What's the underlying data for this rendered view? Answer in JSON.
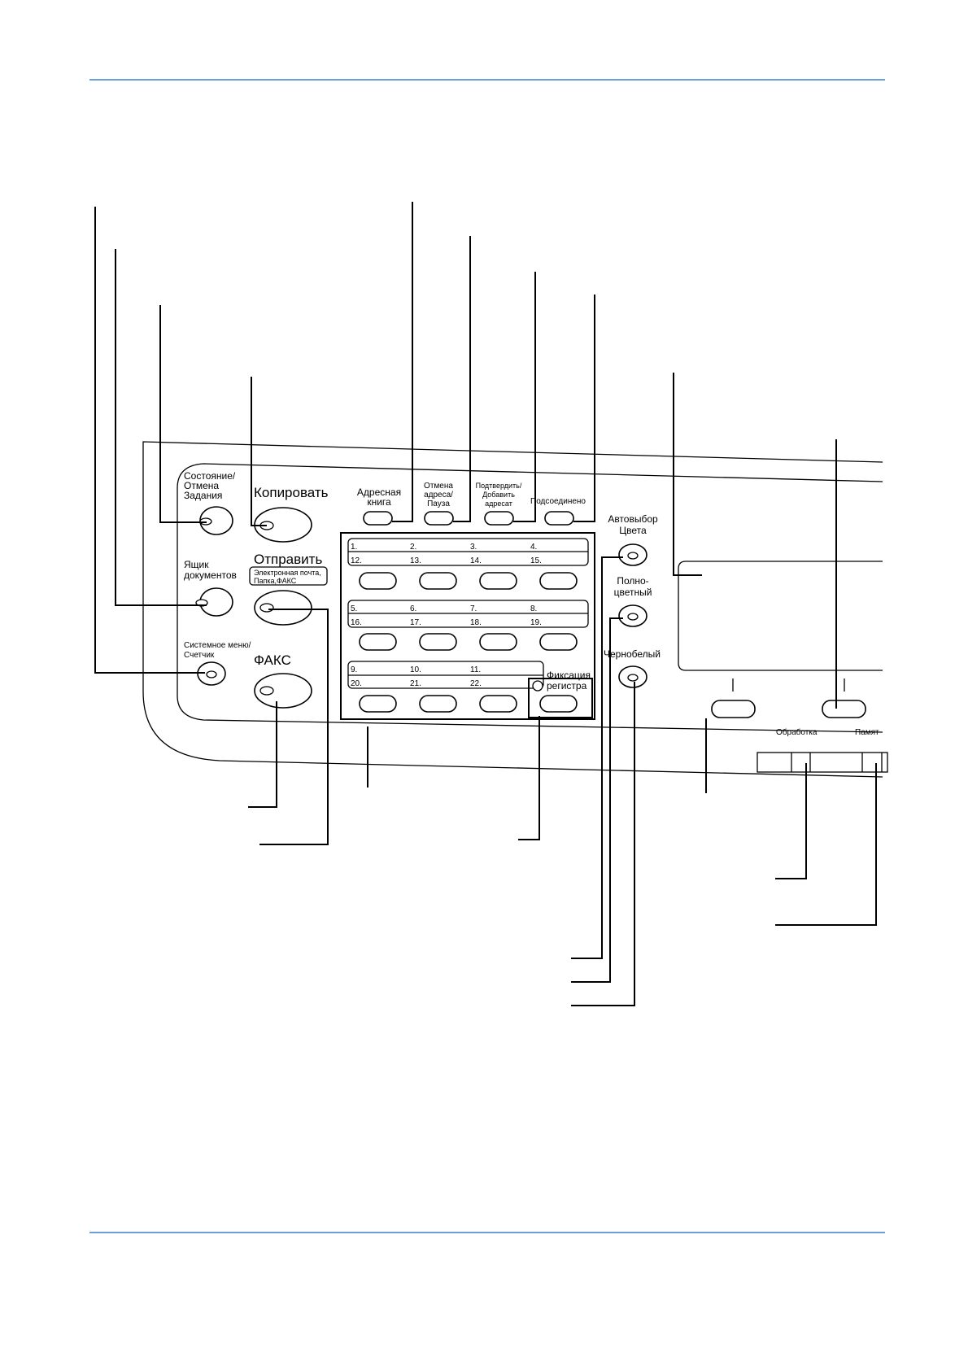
{
  "labels": {
    "status_cancel": [
      "Состояние/",
      "Отмена",
      "Задания"
    ],
    "copy": "Копировать",
    "address_book": [
      "Адресная",
      "книга"
    ],
    "cancel_address_pause": [
      "Отмена",
      "адреса/",
      "Пауза"
    ],
    "confirm_add_recipient": [
      "Подтвердить/",
      "Добавить",
      "адресат"
    ],
    "on_hook": "Подсоединено",
    "auto_color": [
      "Автовыбор",
      "Цвета"
    ],
    "document_box": [
      "Ящик",
      "документов"
    ],
    "send": "Отправить",
    "send_sub": [
      "Электронная почта,",
      "Папка,ФАКС"
    ],
    "full_color": [
      "Полно-",
      "цветный"
    ],
    "system_menu_counter": [
      "Системное меню/",
      "Счетчик"
    ],
    "fax": "ФАКС",
    "black_white": "Чернобелый",
    "shift_lock": [
      "Фиксация",
      "регистра"
    ],
    "processing": "Обработка",
    "memory": "Памят"
  },
  "one_touch_rows": [
    {
      "top": [
        "1.",
        "2.",
        "3.",
        "4."
      ],
      "bottom": [
        "12.",
        "13.",
        "14.",
        "15."
      ]
    },
    {
      "top": [
        "5.",
        "6.",
        "7.",
        "8."
      ],
      "bottom": [
        "16.",
        "17.",
        "18.",
        "19."
      ]
    },
    {
      "top": [
        "9.",
        "10.",
        "11."
      ],
      "bottom": [
        "20.",
        "21.",
        "22."
      ]
    }
  ],
  "colors": {
    "rule": "#3d7fd0",
    "ink": "#000000"
  }
}
